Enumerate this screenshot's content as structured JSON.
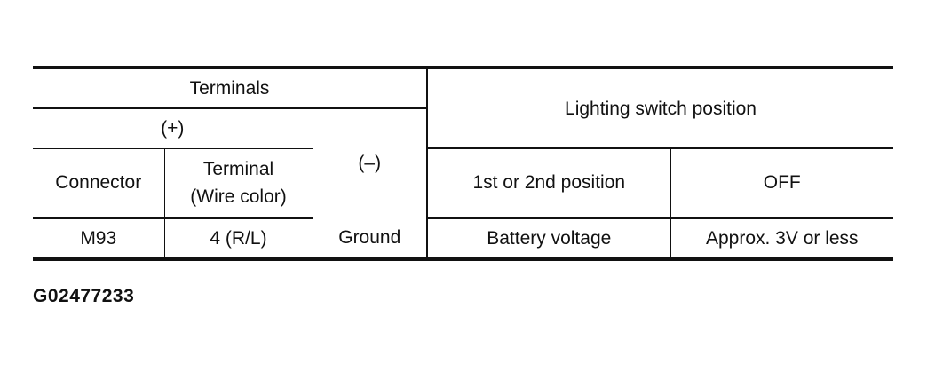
{
  "table": {
    "terminals_header": "Terminals",
    "positive_header": "(+)",
    "negative_header": "(–)",
    "lighting_header": "Lighting switch position",
    "connector_header": "Connector",
    "terminal_header_line1": "Terminal",
    "terminal_header_line2": "(Wire color)",
    "position_1st_2nd_header": "1st or 2nd position",
    "off_header": "OFF",
    "row": {
      "connector": "M93",
      "terminal": "4 (R/L)",
      "negative": "Ground",
      "on_value": "Battery voltage",
      "off_value": "Approx. 3V or less"
    }
  },
  "figure_id": "G02477233"
}
